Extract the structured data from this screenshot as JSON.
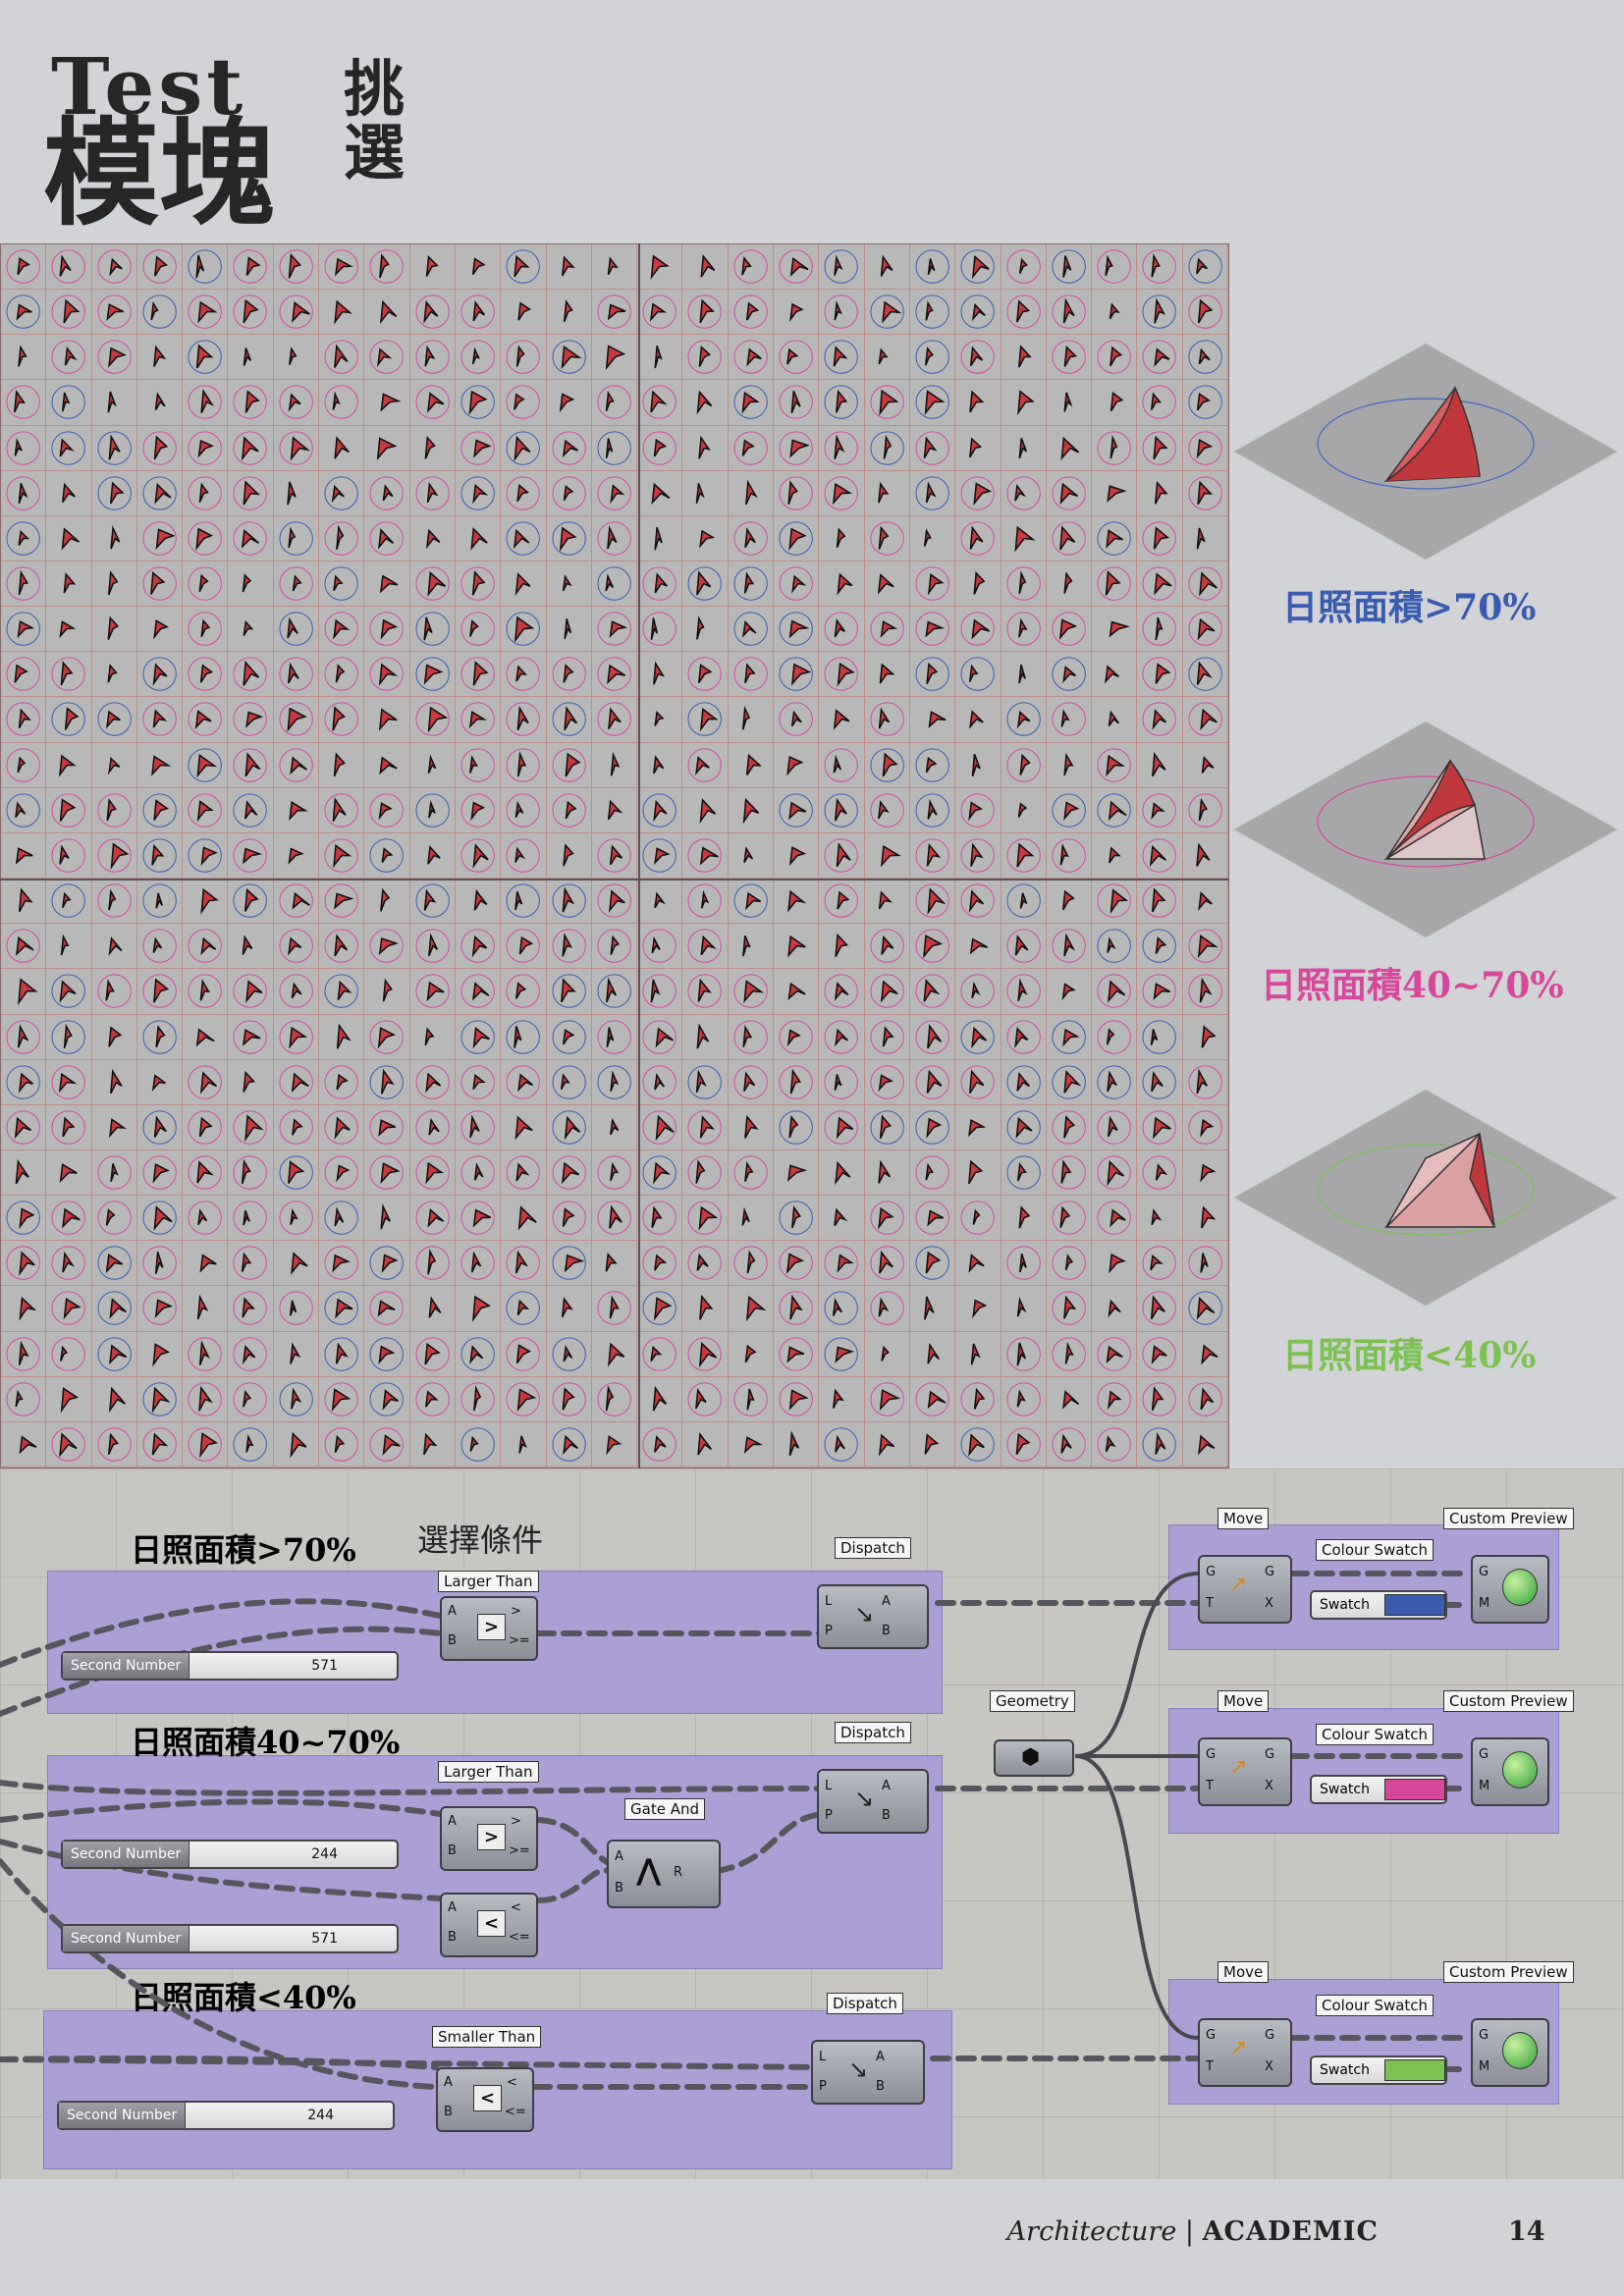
{
  "header": {
    "title_en": "Test",
    "title_cn": "模塊",
    "title_side": "挑選"
  },
  "colors": {
    "high": "#3a5bb0",
    "mid": "#d7489a",
    "low": "#7cc152",
    "group_bg": "#ab9ed7"
  },
  "results_grid": {
    "columns": 27,
    "rows": 27,
    "ring_colors": [
      "#3a5bb0",
      "#d7489a"
    ]
  },
  "legend": [
    {
      "label": "日照面積>70%",
      "color": "#3a5bb0"
    },
    {
      "label": "日照面積40~70%",
      "color": "#d7489a"
    },
    {
      "label": "日照面積<40%",
      "color": "#7cc152"
    }
  ],
  "canvas": {
    "section_title": "選擇條件",
    "groups": [
      {
        "title": "日照面積>70%",
        "color": "#3a5bb0"
      },
      {
        "title": "日照面積40~70%",
        "color": "#d7489a"
      },
      {
        "title": "日照面積<40%",
        "color": "#7cc152"
      }
    ],
    "components": {
      "larger_than": "Larger Than",
      "smaller_than": "Smaller Than",
      "gate_and": "Gate And",
      "dispatch": "Dispatch",
      "geometry": "Geometry",
      "move": "Move",
      "colour_swatch": "Colour Swatch",
      "custom_preview": "Custom Preview"
    },
    "sliders": [
      {
        "label": "Second Number",
        "value": "571"
      },
      {
        "label": "Second Number",
        "value": "244"
      },
      {
        "label": "Second Number",
        "value": "571"
      },
      {
        "label": "Second Number",
        "value": "244"
      }
    ],
    "swatch_label": "Swatch",
    "ports": {
      "a": "A",
      "b": "B",
      "r": "R",
      "l": "L",
      "p": "P",
      "g": "G",
      "t": "T",
      "x": "X",
      "m": "M",
      "gt": ">",
      "ge": ">=",
      "lt": "<",
      "le": "<="
    }
  },
  "footer": {
    "section": "Architecture",
    "separator": "|",
    "category": "ACADEMIC",
    "page": "14"
  }
}
